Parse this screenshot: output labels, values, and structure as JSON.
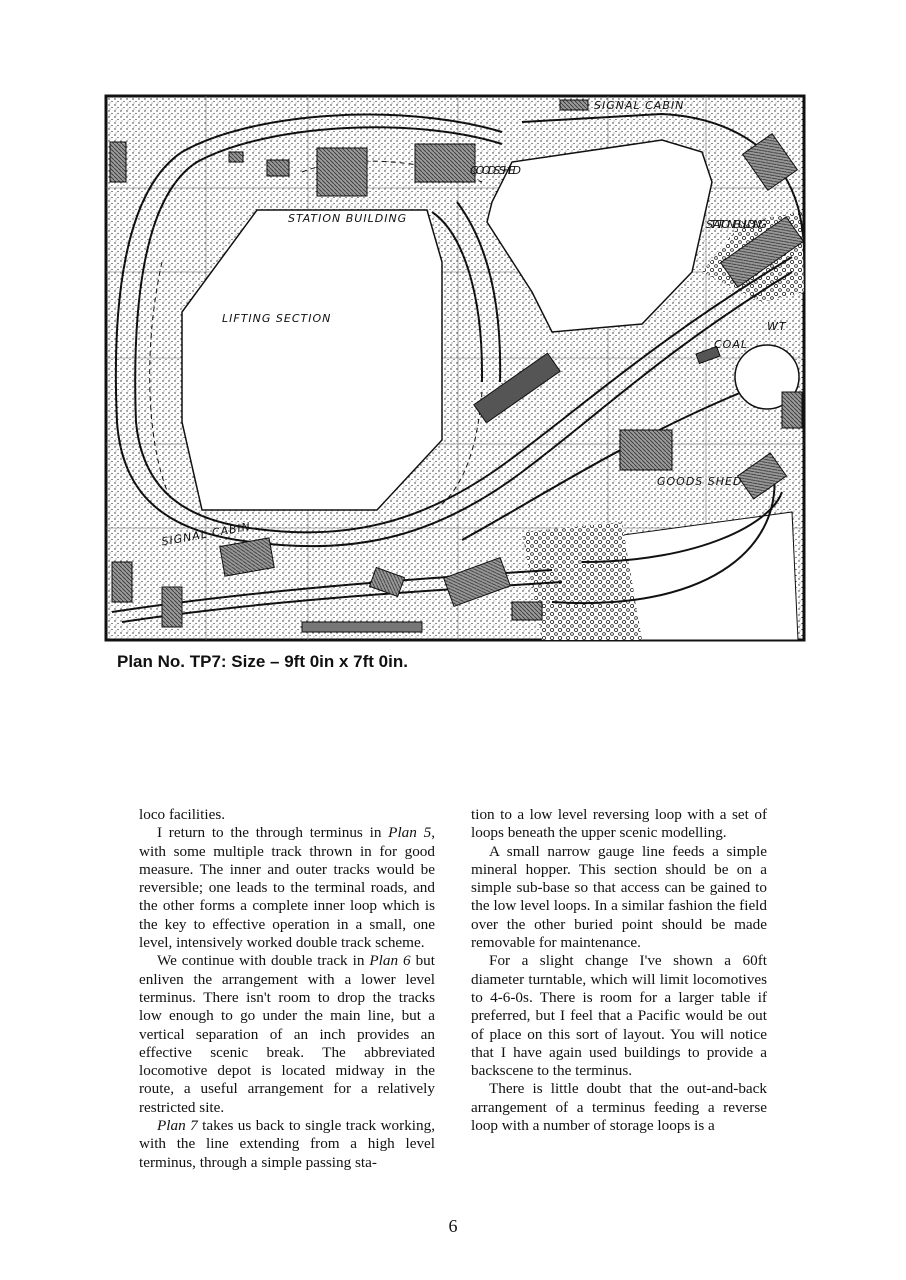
{
  "plan": {
    "labels": {
      "signal_cabin_top": "SIGNAL CABIN",
      "goods_shed_top": "GOODS SHED",
      "station_building_left": "STATION BUILDING",
      "station_building_right": "STATION BUILDING",
      "lifting_section": "LIFTING SECTION",
      "wt": "WT",
      "coal": "COAL",
      "goods_shed_bottom": "GOODS SHED",
      "signal_cabin_bottom": "SIGNAL CABIN"
    },
    "caption": "Plan No. TP7: Size – 9ft 0in x 7ft 0in."
  },
  "text": {
    "left": [
      {
        "text": "loco facilities.",
        "indent": false
      },
      {
        "parts": [
          "I return to the through terminus in ",
          {
            "i": "Plan 5"
          },
          ", with some multiple track thrown in for good measure. The inner and outer tracks would be reversible; one leads to the terminal roads, and the other forms a complete inner loop which is the key to effective operation in a small, one level, intensively worked double track scheme."
        ]
      },
      {
        "parts": [
          "We continue with double track in ",
          {
            "i": "Plan 6"
          },
          " but enliven the arrangement with a lower level terminus. There isn't room to drop the tracks low enough to go under the main line, but a vertical separation of an inch provides an effective scenic break. The abbreviated locomotive depot is located midway in the route, a useful arrangement for a relatively restricted site."
        ]
      },
      {
        "parts": [
          {
            "i": "Plan 7"
          },
          " takes us back to single track working, with the line extending from a high level terminus, through a simple passing sta-"
        ]
      }
    ],
    "right": [
      {
        "text": "tion to a low level reversing loop with a set of loops beneath the upper scenic modelling.",
        "indent": false
      },
      {
        "text": "A small narrow gauge line feeds a simple mineral hopper. This section should be on a simple sub-base so that access can be gained to the low level loops. In a similar fashion the field over the other buried point should be made removable for maintenance."
      },
      {
        "text": "For a slight change I've shown a 60ft diameter turntable, which will limit locomotives to 4-6-0s. There is room for a larger table if preferred, but I feel that a Pacific would be out of place on this sort of layout. You will notice that I have again used buildings to provide a backscene to the terminus."
      },
      {
        "text": "There is little doubt that the out-and-back arrangement of a terminus feeding a reverse loop with a number of storage loops is a"
      }
    ],
    "page_number": "6"
  }
}
